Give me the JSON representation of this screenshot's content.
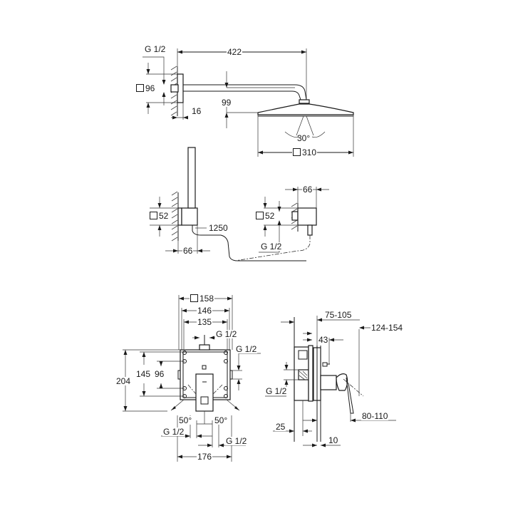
{
  "drawing": {
    "shower_arm_view": {
      "arm_length": "422",
      "wall_flange": "96",
      "flange_depth": "16",
      "drop_height": "99",
      "thread": "G 1/2",
      "spray_angle": "30°",
      "head_size": "310"
    },
    "hand_shower_view": {
      "holder_size": "52",
      "holder_depth": "66",
      "hose_length": "1250"
    },
    "outlet_elbow_view": {
      "outlet_size": "52",
      "outlet_depth": "66",
      "thread": "G 1/2"
    },
    "valve_front_view": {
      "cover_size": "158",
      "width_146": "146",
      "width_135": "135",
      "top_thread": "G 1/2",
      "side_thread": "G 1/2",
      "height_204": "204",
      "height_145": "145",
      "height_96": "96",
      "angle_left": "50°",
      "angle_right": "50°",
      "bottom_thread_left": "G 1/2",
      "bottom_thread_right": "G 1/2",
      "bottom_width": "176"
    },
    "valve_side_view": {
      "depth_range_1": "75-105",
      "depth_43": "43",
      "depth_range_2": "124-154",
      "thread": "G 1/2",
      "wall_25": "25",
      "lever_range": "80-110",
      "plate_10": "10"
    }
  }
}
